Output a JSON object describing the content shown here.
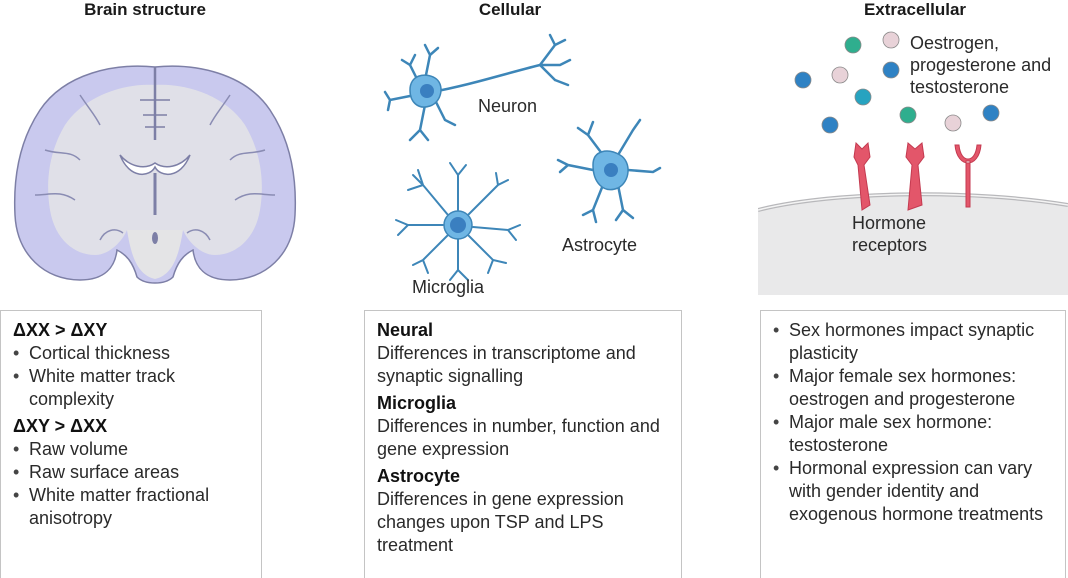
{
  "columns": [
    {
      "title": "Brain structure",
      "illustration": "coronal-brain-section",
      "box": {
        "sections": [
          {
            "heading": "ΔXX > ΔXY",
            "bullets": [
              "Cortical thickness",
              "White matter track complexity"
            ]
          },
          {
            "heading": "ΔXY > ΔXX",
            "bullets": [
              "Raw volume",
              "Raw surface areas",
              "White matter fractional anisotropy"
            ]
          }
        ]
      }
    },
    {
      "title": "Cellular",
      "illustration_labels": {
        "neuron": "Neuron",
        "astrocyte": "Astrocyte",
        "microglia": "Microglia"
      },
      "box": {
        "sections": [
          {
            "heading": "Neural",
            "text": "Differences in transcriptome and synaptic signalling"
          },
          {
            "heading": "Microglia",
            "text": "Differences in number, function and gene expression"
          },
          {
            "heading": "Astrocyte",
            "text": "Differences in gene expression changes upon TSP and LPS treatment"
          }
        ]
      }
    },
    {
      "title": "Extracellular",
      "illustration_labels": {
        "hormones": "Oestrogen, progesterone and testosterone",
        "receptors": "Hormone receptors"
      },
      "box": {
        "bullets": [
          "Sex hormones impact synaptic plasticity",
          "Major female sex hormones: oestrogen and progesterone",
          "Major male sex hormone: testosterone",
          "Hormonal expression can vary with gender identity and exogenous hormone treatments"
        ]
      }
    }
  ],
  "colors": {
    "brain_gray": "#e4e4e6",
    "brain_lilac": "#c9c9ee",
    "brain_outline": "#7d7fa6",
    "cell_fill": "#6fb6e4",
    "cell_outline": "#3d86b8",
    "nucleus": "#3a7fc0",
    "hormone_green": "#2fae8e",
    "hormone_blue": "#2f82c4",
    "hormone_pink": "#e8d2d8",
    "receptor": "#e3566a",
    "membrane": "#e9e9ea",
    "box_border": "#c4c4c4"
  }
}
